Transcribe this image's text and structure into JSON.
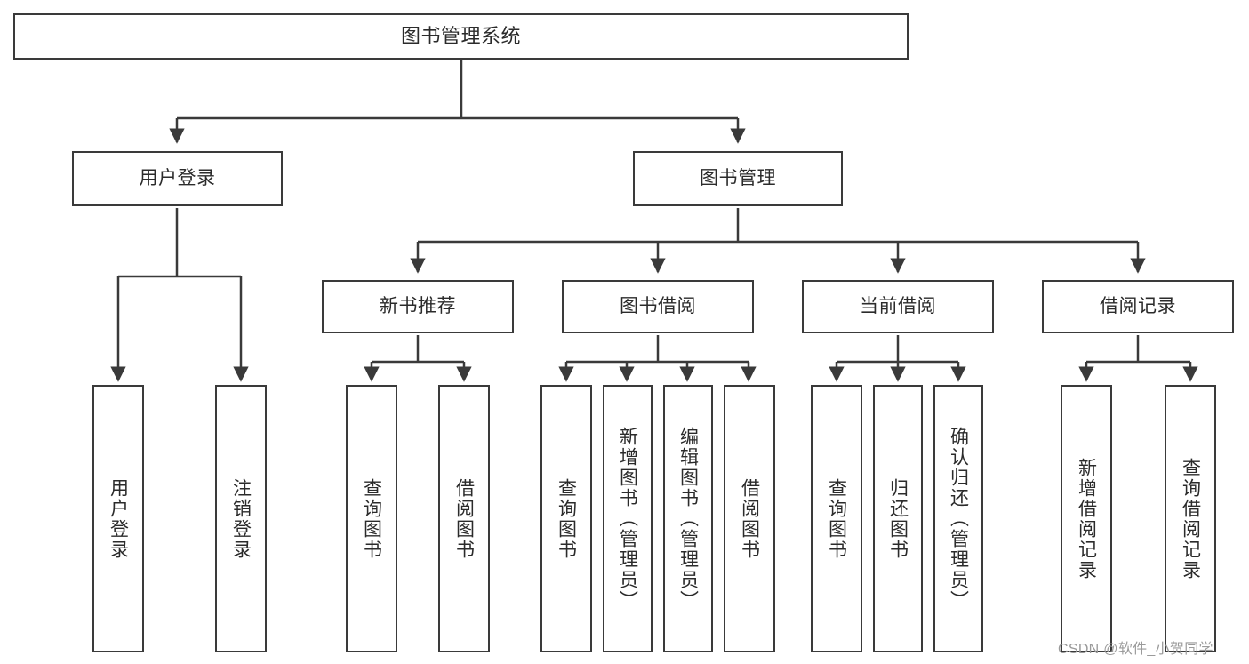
{
  "diagram": {
    "type": "hierarchy-tree",
    "title": "图书管理系统",
    "watermark": "CSDN @软件_小贺同学",
    "colors": {
      "box_border": "#3a3a3a",
      "box_fill": "#ffffff",
      "connector": "#3a3a3a",
      "text": "#2b2b2b",
      "watermark": "#9a9a9a"
    },
    "levels": {
      "root": [
        "图书管理系统"
      ],
      "level2": [
        "用户登录",
        "图书管理"
      ],
      "level3": [
        "新书推荐",
        "图书借阅",
        "当前借阅",
        "借阅记录"
      ]
    },
    "nodes": {
      "root": {
        "label": "图书管理系统"
      },
      "user_login": {
        "label": "用户登录"
      },
      "book_manage": {
        "label": "图书管理"
      },
      "new_book_rec": {
        "label": "新书推荐"
      },
      "book_borrow": {
        "label": "图书借阅"
      },
      "current_borrow": {
        "label": "当前借阅"
      },
      "borrow_record": {
        "label": "借阅记录"
      },
      "leaf_user_login": {
        "label": "用户登录"
      },
      "leaf_logout": {
        "label": "注销登录"
      },
      "leaf_query_book_a": {
        "label": "查询图书"
      },
      "leaf_borrow_book_a": {
        "label": "借阅图书"
      },
      "leaf_query_book_b": {
        "label": "查询图书"
      },
      "leaf_add_book": {
        "label": "新增图书（管理员）"
      },
      "leaf_edit_book": {
        "label": "编辑图书（管理员）"
      },
      "leaf_borrow_book_b": {
        "label": "借阅图书"
      },
      "leaf_query_book_c": {
        "label": "查询图书"
      },
      "leaf_return_book": {
        "label": "归还图书"
      },
      "leaf_confirm_return": {
        "label": "确认归还（管理员）"
      },
      "leaf_add_record": {
        "label": "新增借阅记录"
      },
      "leaf_query_record": {
        "label": "查询借阅记录"
      }
    },
    "edges": [
      {
        "from": "图书管理系统",
        "to": "用户登录"
      },
      {
        "from": "图书管理系统",
        "to": "图书管理"
      },
      {
        "from": "用户登录",
        "to": "用户登录"
      },
      {
        "from": "用户登录",
        "to": "注销登录"
      },
      {
        "from": "图书管理",
        "to": "新书推荐"
      },
      {
        "from": "图书管理",
        "to": "图书借阅"
      },
      {
        "from": "图书管理",
        "to": "当前借阅"
      },
      {
        "from": "图书管理",
        "to": "借阅记录"
      },
      {
        "from": "新书推荐",
        "to": "查询图书"
      },
      {
        "from": "新书推荐",
        "to": "借阅图书"
      },
      {
        "from": "图书借阅",
        "to": "查询图书"
      },
      {
        "from": "图书借阅",
        "to": "新增图书（管理员）"
      },
      {
        "from": "图书借阅",
        "to": "编辑图书（管理员）"
      },
      {
        "from": "图书借阅",
        "to": "借阅图书"
      },
      {
        "from": "当前借阅",
        "to": "查询图书"
      },
      {
        "from": "当前借阅",
        "to": "归还图书"
      },
      {
        "from": "当前借阅",
        "to": "确认归还（管理员）"
      },
      {
        "from": "借阅记录",
        "to": "新增借阅记录"
      },
      {
        "from": "借阅记录",
        "to": "查询借阅记录"
      }
    ]
  }
}
